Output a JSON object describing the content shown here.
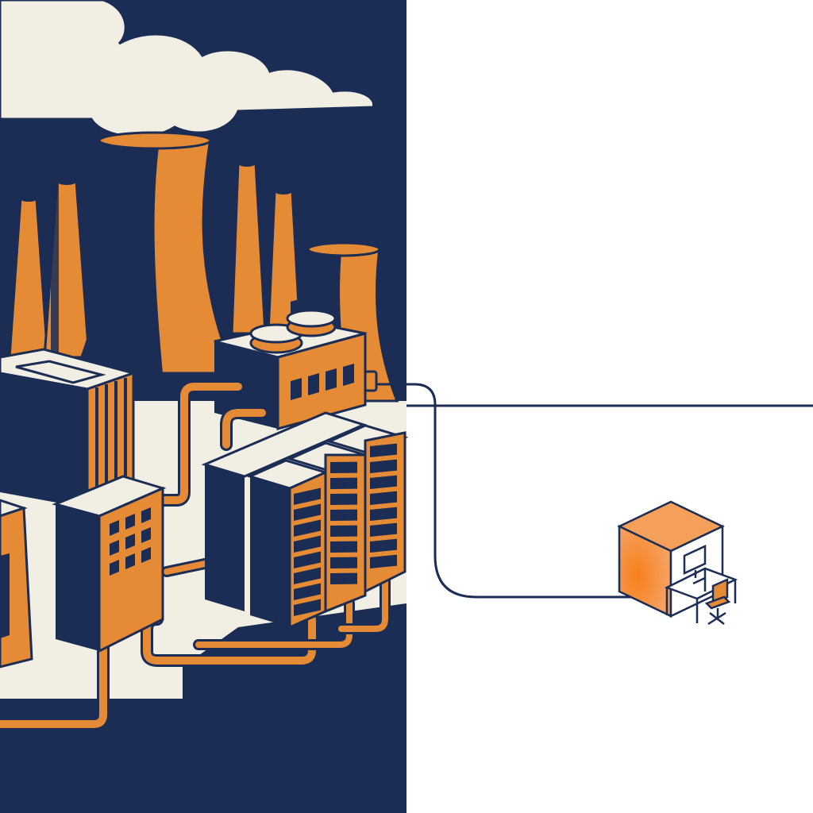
{
  "palette": {
    "navy": "#1b2d55",
    "orange": "#e58a35",
    "orange_glow": "#f7801a",
    "cream": "#f1eee3",
    "white": "#ffffff",
    "line": "#1b2d55"
  },
  "scene": {
    "subject": "industrial-power-plant-and-data-center",
    "endpoint": "small-remote-office-cube",
    "connection": "single-cable-line"
  }
}
